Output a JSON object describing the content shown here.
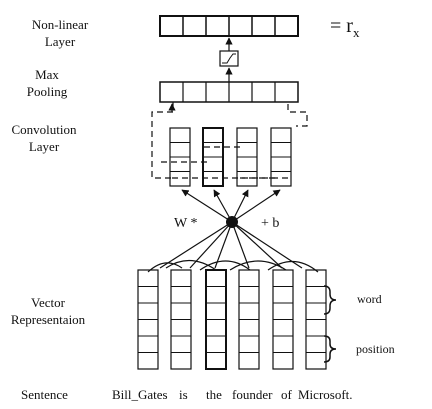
{
  "labels": {
    "nonlinear_line1": "Non-linear",
    "nonlinear_line2": "Layer",
    "maxpool_line1": "Max",
    "maxpool_line2": "Pooling",
    "conv_line1": "Convolution",
    "conv_line2": "Layer",
    "vector_line1": "Vector",
    "vector_line2": "Representaion",
    "sentence": "Sentence",
    "output_eq": "= r",
    "output_sub": "x",
    "weight": "W *",
    "bias": "+ b",
    "brace_word": "word",
    "brace_position": "position"
  },
  "sentence_words": [
    "Bill_Gates",
    "is",
    "the",
    "founder",
    "of",
    "Microsoft."
  ],
  "colors": {
    "stroke": "#111111",
    "background": "#ffffff"
  }
}
